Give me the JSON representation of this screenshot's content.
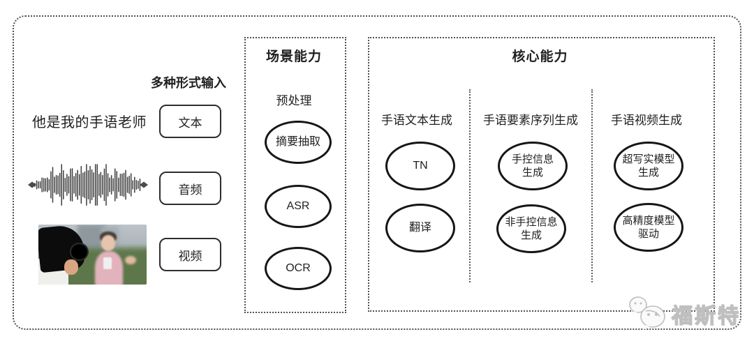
{
  "input_section": {
    "label": "多种形式输入",
    "sample_text": "他是我的手语老师",
    "input_types": [
      {
        "label": "文本"
      },
      {
        "label": "音频"
      },
      {
        "label": "视频"
      }
    ],
    "media_icons": [
      "audio-waveform-icon",
      "reporter-interview-photo"
    ]
  },
  "scene_box": {
    "title": "场景能力",
    "subtitle": "预处理",
    "nodes": [
      "摘要抽取",
      "ASR",
      "OCR"
    ]
  },
  "core_box": {
    "title": "核心能力",
    "columns": [
      {
        "header": "手语文本生成",
        "nodes": [
          "TN",
          "翻译"
        ]
      },
      {
        "header": "手语要素序列生成",
        "nodes": [
          "手控信息\n生成",
          "非手控信息\n生成"
        ]
      },
      {
        "header": "手语视频生成",
        "nodes": [
          "超写实模型\n生成",
          "高精度模型\n驱动"
        ]
      }
    ]
  },
  "watermark": {
    "text": "福斯特",
    "icon": "chat-bubbles-icon"
  },
  "colors": {
    "background": "#ffffff",
    "line": "#2d2d2d",
    "dotted_border": "#4f4f4f",
    "watermark_gray": "#bfbfbf"
  }
}
